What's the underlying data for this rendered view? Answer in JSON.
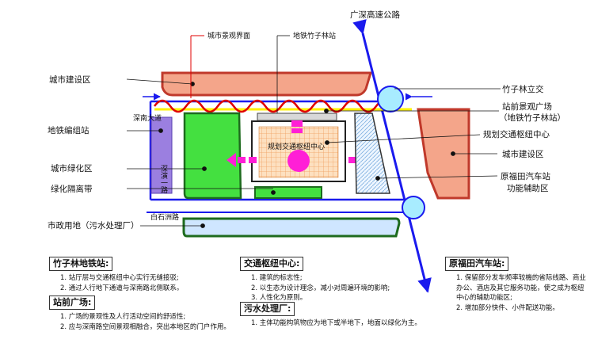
{
  "labels": {
    "highway": "广深高速公路",
    "city_boundary": "城市景观界面",
    "metro_station_top": "地铁竹子林站",
    "city_construction_left": "城市建设区",
    "metro_complex": "地铁编组站",
    "shennan_road": "深南大道",
    "shennan_road_vertical": "深演一路",
    "city_green": "城市绿化区",
    "green_belt": "绿化隔离带",
    "municipal_land": "市政用地（污水处理厂）",
    "baishizhou_road": "白石洲路",
    "bamboo_interchange": "竹子林立交",
    "plaza_line1": "站前景观广场",
    "plaza_line2": "（地铁竹子林站）",
    "hub_center_label": "规划交通枢纽中心",
    "hub_center_inner": "规划交通枢纽中心",
    "city_construction_right": "城市建设区",
    "futian_station": "原福田汽车站",
    "function_aux": "功能辅助区"
  },
  "colors": {
    "salmon": "#f4a58a",
    "salmon_border": "#c0392b",
    "green": "#44e040",
    "green_border": "#1e6b1e",
    "purple": "#9b7fe0",
    "blue_line": "#1a1aee",
    "magenta": "#ff1fd6",
    "yellow": "#fff200",
    "cyan": "#a8ecff",
    "red_wave": "#e00000",
    "hub_fill": "#fde0c0",
    "light_blue": "#cfe6ff"
  },
  "notes": {
    "metro": {
      "title": "竹子林地铁站:",
      "lines": [
        "1. 站厅层与交通枢纽中心实行无缝接驳;",
        "2. 通过人行地下通道与深南路北侧联系。"
      ]
    },
    "plaza": {
      "title": "站前广场:",
      "lines": [
        "1. 广场的景观性及人行活动空间的舒适性;",
        "2. 应与深南路空间景观相融合，突出本地区的门户作用。"
      ]
    },
    "hub": {
      "title": "交通枢纽中心:",
      "lines": [
        "1. 建筑的标志性;",
        "2. 以生态为设计理念，减小对周遍环境的影响;",
        "3. 人性化为原则。"
      ]
    },
    "sewage": {
      "title": "污水处理厂:",
      "lines": [
        "1. 主体功能构筑物应为地下或半地下，地面以绿化为主。"
      ]
    },
    "futian": {
      "title": "原福田汽车站:",
      "lines": [
        "1. 保留部分发车频率较機的省际线路、商业办公、酒店及其它服务功能，使之成为枢纽中心的辅助功能区;",
        "2. 增加部分快件、小件配送功能。"
      ]
    }
  }
}
